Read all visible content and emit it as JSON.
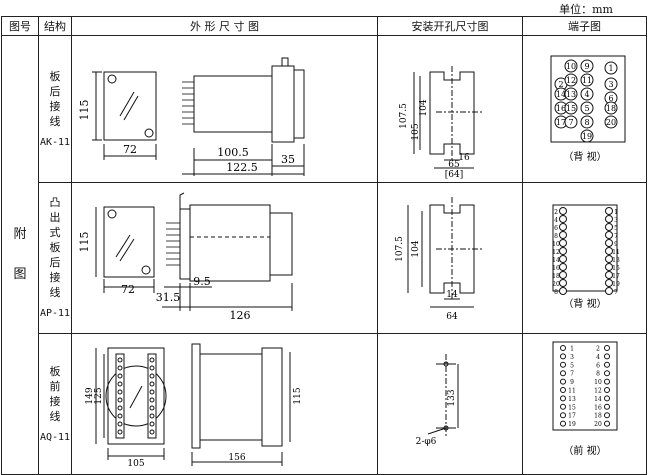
{
  "unit_label": "单位：mm",
  "headers": {
    "fig_no": "图号",
    "structure": "结构",
    "outline": "外 形 尺 寸 图",
    "mounting": "安装开孔尺寸图",
    "terminals": "端子图"
  },
  "appendix_label": [
    "附",
    "图"
  ],
  "rows": [
    {
      "structure": [
        "板",
        "后",
        "接",
        "线"
      ],
      "code": "AK-11",
      "dims": {
        "height": "115",
        "width": "72",
        "depth": "100.5",
        "total": "122.5",
        "tail": "35"
      },
      "mount": {
        "a": "107.5",
        "b": "105",
        "c": "104",
        "d": "16",
        "e": "65",
        "f": "[64]"
      },
      "terminal_numbers": [
        "10",
        "9",
        "1",
        "2",
        "12",
        "11",
        "3",
        "14",
        "13",
        "4",
        "6",
        "16",
        "15",
        "5",
        "18",
        "17",
        "7",
        "8",
        "20",
        "19"
      ],
      "view": "（背 视）"
    },
    {
      "structure": [
        "凸",
        "出",
        "式",
        "板",
        "后",
        "接",
        "线"
      ],
      "code": "AP-11",
      "dims": {
        "height": "115",
        "width": "72",
        "a": "9.5",
        "b": "31.5",
        "c": "126"
      },
      "mount": {
        "a": "107.5",
        "b": "104",
        "c": "14",
        "d": "64"
      },
      "terminal_numbers": [
        "2",
        "1",
        "4",
        "3",
        "6",
        "5",
        "8",
        "7",
        "10",
        "9",
        "12",
        "11",
        "14",
        "13",
        "16",
        "15",
        "18",
        "17",
        "20",
        "19",
        "8",
        "7"
      ],
      "view": "（背 视）"
    },
    {
      "structure": [
        "板",
        "前",
        "接",
        "线"
      ],
      "code": "AQ-11",
      "dims": {
        "a": "149",
        "b": "125",
        "c": "105",
        "d": "156",
        "e": "115"
      },
      "mount": {
        "a": "133",
        "b": "2-φ6"
      },
      "terminal_numbers": [
        "1",
        "2",
        "3",
        "4",
        "5",
        "6",
        "7",
        "8",
        "9",
        "10",
        "11",
        "12",
        "13",
        "14",
        "15",
        "16",
        "17",
        "18",
        "19",
        "20"
      ],
      "view": "（前 视）"
    }
  ]
}
